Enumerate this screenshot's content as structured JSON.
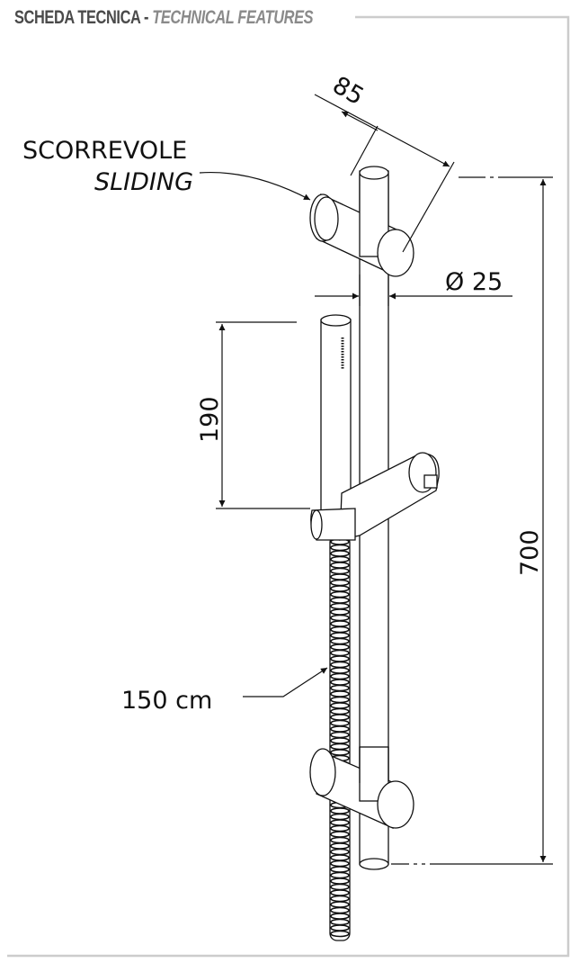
{
  "header": {
    "title": "SCHEDA TECNICA",
    "separator": " - ",
    "subtitle": "TECHNICAL FEATURES"
  },
  "labels": {
    "sliding_it": "SCORREVOLE",
    "sliding_en": "SLIDING",
    "hose_length": "150 cm"
  },
  "dimensions": {
    "bracket_depth": "85",
    "rail_diameter": "Ø 25",
    "handset_length": "190",
    "rail_length": "700"
  },
  "colors": {
    "frame": "#cccccc",
    "line": "#111111",
    "title": "#4a4a4a",
    "subtitle": "#8a8a8a"
  }
}
